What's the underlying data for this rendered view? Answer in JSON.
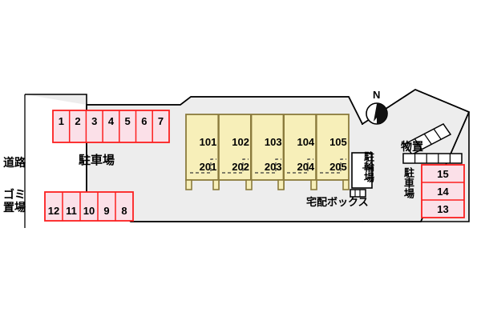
{
  "plan": {
    "title": "apartment-site-plan",
    "colors": {
      "site_fill": "#ededed",
      "site_stroke": "#000000",
      "building_fill": "#f7efb9",
      "building_stroke": "#8a7a3c",
      "stall_fill": "#fbe0e8",
      "stall_stroke": "#fc1f1f",
      "storage_fill": "#ffffff",
      "storage_stroke": "#000000",
      "bike_fill": "#ffffff",
      "text": "#000000",
      "page_bg": "#ffffff"
    }
  },
  "labels": {
    "road": "道路",
    "trash_line1": "ゴミ",
    "trash_line2": "置場",
    "parking_main": "駐車場",
    "parking_right": "駐車場",
    "bike_parking": "駐輪場",
    "delivery_box": "宅配ボックス",
    "storage": "物置",
    "compass_north": "N"
  },
  "parking_top_row": {
    "name": "parking-row-top",
    "stalls": [
      "1",
      "2",
      "3",
      "4",
      "5",
      "6",
      "7"
    ]
  },
  "parking_bottom_row": {
    "name": "parking-row-bottom",
    "stalls": [
      "12",
      "11",
      "10",
      "9",
      "8"
    ]
  },
  "parking_right_column": {
    "name": "parking-column-right",
    "stalls": [
      "15",
      "14",
      "13"
    ]
  },
  "building": {
    "name": "apartment-building",
    "units": [
      {
        "first_floor": "101",
        "second_floor": "201"
      },
      {
        "first_floor": "102",
        "second_floor": "202"
      },
      {
        "first_floor": "103",
        "second_floor": "203"
      },
      {
        "first_floor": "104",
        "second_floor": "204"
      },
      {
        "first_floor": "105",
        "second_floor": "205"
      }
    ]
  },
  "storage_units": {
    "upper_row_count": 4,
    "lower_row_count": 5
  }
}
